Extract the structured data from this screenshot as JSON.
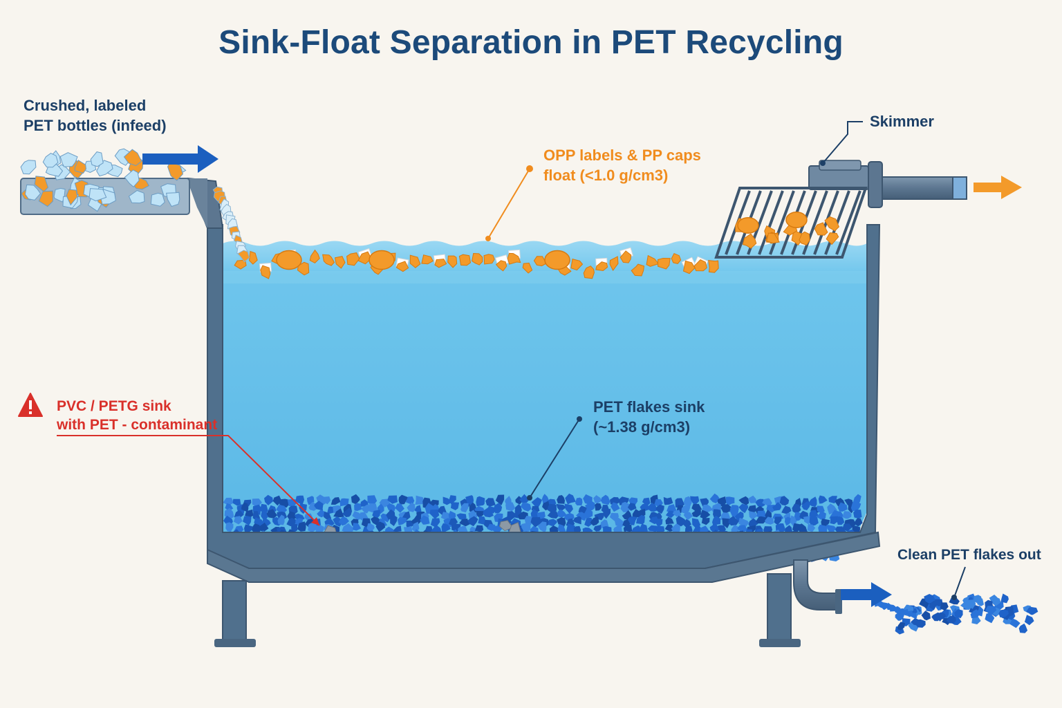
{
  "title": "Sink-Float Separation in PET Recycling",
  "labels": {
    "infeed": {
      "line1": "Crushed, labeled",
      "line2": "PET bottles (infeed)"
    },
    "skimmer": "Skimmer",
    "float": {
      "line1": "OPP labels & PP caps",
      "line2": "float (<1.0 g/cm3)"
    },
    "sink": {
      "line1": "PET flakes sink",
      "line2": "(~1.38 g/cm3)"
    },
    "contaminant": {
      "line1": "PVC / PETG sink",
      "line2": "with PET - contaminant"
    },
    "outlet": "Clean PET flakes out"
  },
  "colors": {
    "title": "#1c4a7a",
    "navy_text": "#1c3f66",
    "float_text": "#f08c1e",
    "warning": "#d9302a",
    "water": "#6cc4ec",
    "tank_steel": "#4f6b86",
    "pet_flake": "#1f63c9",
    "cap_orange": "#f39a2a",
    "arrow_blue": "#1b5fbf",
    "arrow_orange": "#f39a2a"
  },
  "icons": [
    "infeed-arrow-icon",
    "discharge-arrow-icon",
    "outlet-arrow-icon",
    "warning-icon"
  ]
}
